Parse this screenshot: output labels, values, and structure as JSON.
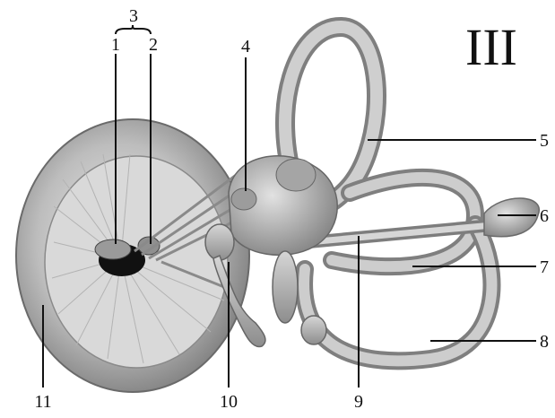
{
  "figure": {
    "panel_label": "III",
    "labels": [
      "1",
      "2",
      "3",
      "4",
      "5",
      "6",
      "7",
      "8",
      "9",
      "10",
      "11"
    ]
  }
}
